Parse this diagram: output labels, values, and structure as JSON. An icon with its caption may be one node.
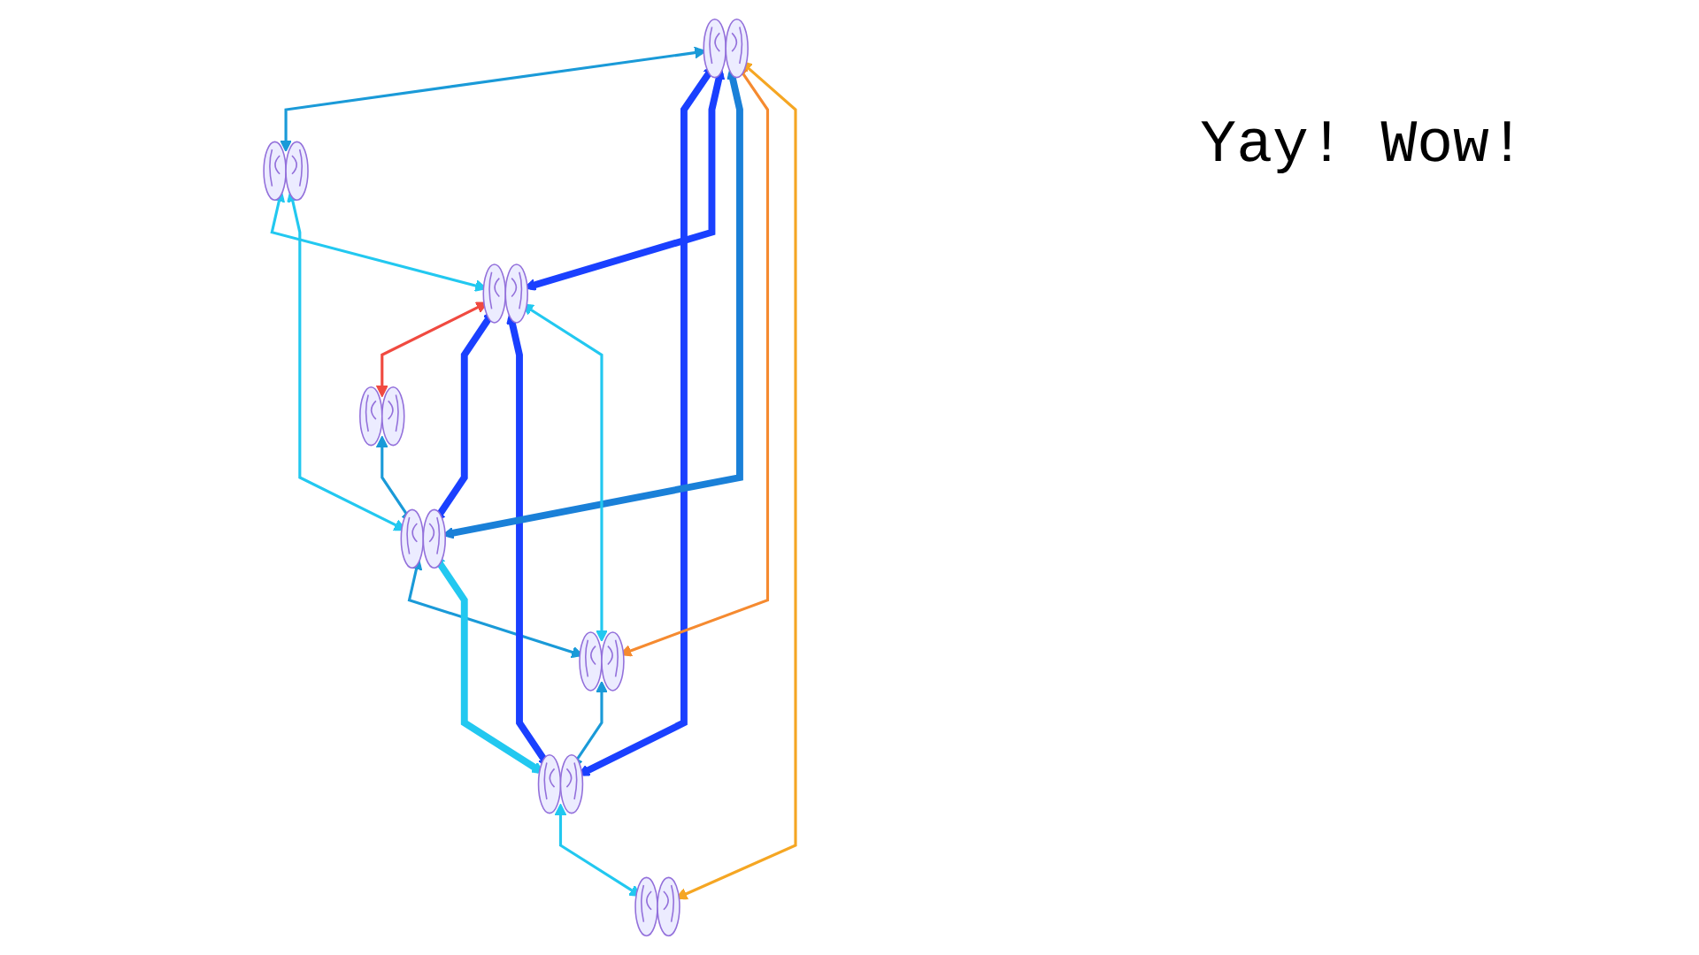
{
  "diagram": {
    "nodes": [
      {
        "text": [],
        "shape": "picture"
      },
      {
        "text": [],
        "shape": "picture"
      },
      {
        "text": [],
        "shape": "picture"
      },
      {
        "text": [],
        "shape": "picture"
      },
      {
        "text": [],
        "shape": "picture"
      },
      {
        "text": [],
        "shape": "picture"
      },
      {
        "text": [],
        "shape": "picture"
      },
      {
        "text": [],
        "shape": "picture"
      }
    ],
    "edges": [
      {
        "from": 1,
        "to": 0,
        "arrow": "both",
        "color": "#f5a623"
      },
      {
        "from": 0,
        "to": 2,
        "arrow": "both",
        "color": "#1a9ad8"
      },
      {
        "from": 2,
        "to": 4,
        "arrow": "both",
        "color": "#22c8f0"
      },
      {
        "from": 4,
        "to": 6,
        "arrow": "both",
        "color": "#f04a40"
      },
      {
        "from": 6,
        "to": 7,
        "arrow": "both",
        "color": "#1a9ad8"
      },
      {
        "from": 7,
        "to": 5,
        "arrow": "both",
        "color": "#1a9ad8"
      },
      {
        "from": 5,
        "to": 3,
        "arrow": "both",
        "color": "#1a9ad8"
      },
      {
        "from": 3,
        "to": 1,
        "arrow": "both",
        "color": "#22c8f0"
      },
      {
        "from": 0,
        "to": 3,
        "arrow": "both",
        "style": "thick",
        "color": "#1a40ff"
      },
      {
        "from": 0,
        "to": 4,
        "arrow": "both",
        "style": "thick",
        "color": "#1a40ff"
      },
      {
        "from": 3,
        "to": 4,
        "arrow": "both",
        "style": "thick",
        "color": "#1a40ff"
      },
      {
        "from": 0,
        "to": 7,
        "arrow": "both",
        "style": "thick",
        "color": "#1a80d8"
      },
      {
        "from": 4,
        "to": 7,
        "arrow": "both",
        "style": "thick",
        "color": "#1a40ff"
      },
      {
        "from": 3,
        "to": 7,
        "arrow": "both",
        "style": "thick",
        "color": "#22c8f0"
      },
      {
        "from": 0,
        "to": 5,
        "arrow": "both",
        "color": "#f58a30"
      },
      {
        "from": 2,
        "to": 7,
        "arrow": "both",
        "color": "#22c8f0"
      },
      {
        "from": 5,
        "to": 4,
        "arrow": "both",
        "color": "#22c8f0"
      }
    ],
    "labels": [
      "Yay! Wow!"
    ]
  }
}
